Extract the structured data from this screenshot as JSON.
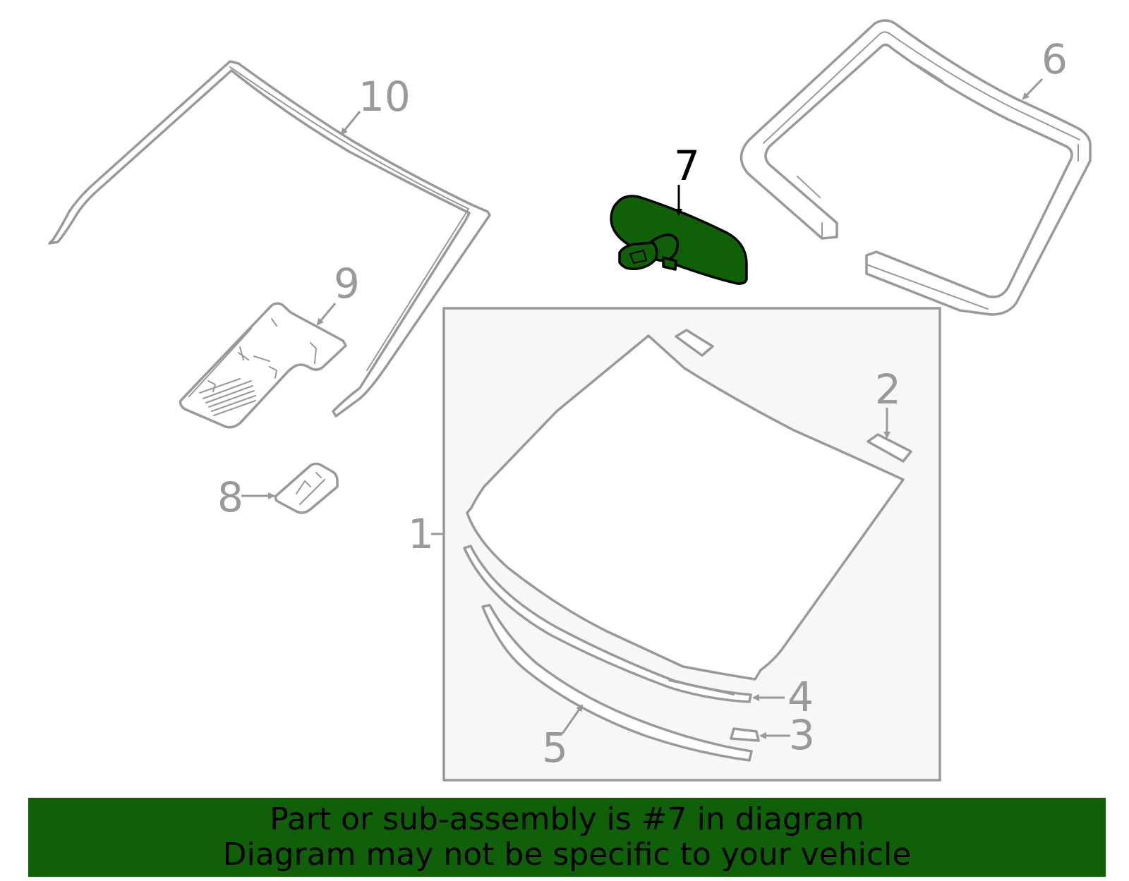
{
  "colors": {
    "part_outline": "#999999",
    "highlight_fill": "#10600a",
    "highlight_outline": "#000000",
    "box_fill": "#f7f7f7",
    "banner_background": "#10600a"
  },
  "highlighted_part": "7",
  "callouts": {
    "c1": "1",
    "c2": "2",
    "c3": "3",
    "c4": "4",
    "c5": "5",
    "c6": "6",
    "c7": "7",
    "c8": "8",
    "c9": "9",
    "c10": "10"
  },
  "banner": {
    "line1": "Part or sub-assembly is #7 in diagram",
    "line2": "Diagram may not be specific to your vehicle"
  }
}
